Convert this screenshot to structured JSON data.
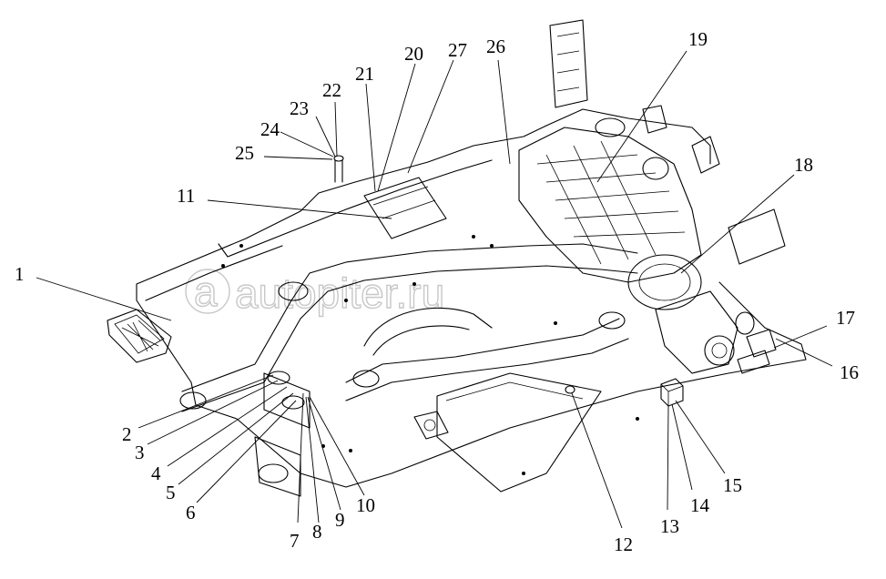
{
  "watermark": "autopiter.ru",
  "watermark_mark": "a",
  "callouts": [
    {
      "label": "1"
    },
    {
      "label": "2"
    },
    {
      "label": "3"
    },
    {
      "label": "4"
    },
    {
      "label": "5"
    },
    {
      "label": "6"
    },
    {
      "label": "7"
    },
    {
      "label": "8"
    },
    {
      "label": "9"
    },
    {
      "label": "10"
    },
    {
      "label": "11"
    },
    {
      "label": "12"
    },
    {
      "label": "13"
    },
    {
      "label": "14"
    },
    {
      "label": "15"
    },
    {
      "label": "16"
    },
    {
      "label": "17"
    },
    {
      "label": "18"
    },
    {
      "label": "19"
    },
    {
      "label": "20"
    },
    {
      "label": "21"
    },
    {
      "label": "22"
    },
    {
      "label": "23"
    },
    {
      "label": "24"
    },
    {
      "label": "25"
    },
    {
      "label": "26"
    },
    {
      "label": "27"
    }
  ]
}
